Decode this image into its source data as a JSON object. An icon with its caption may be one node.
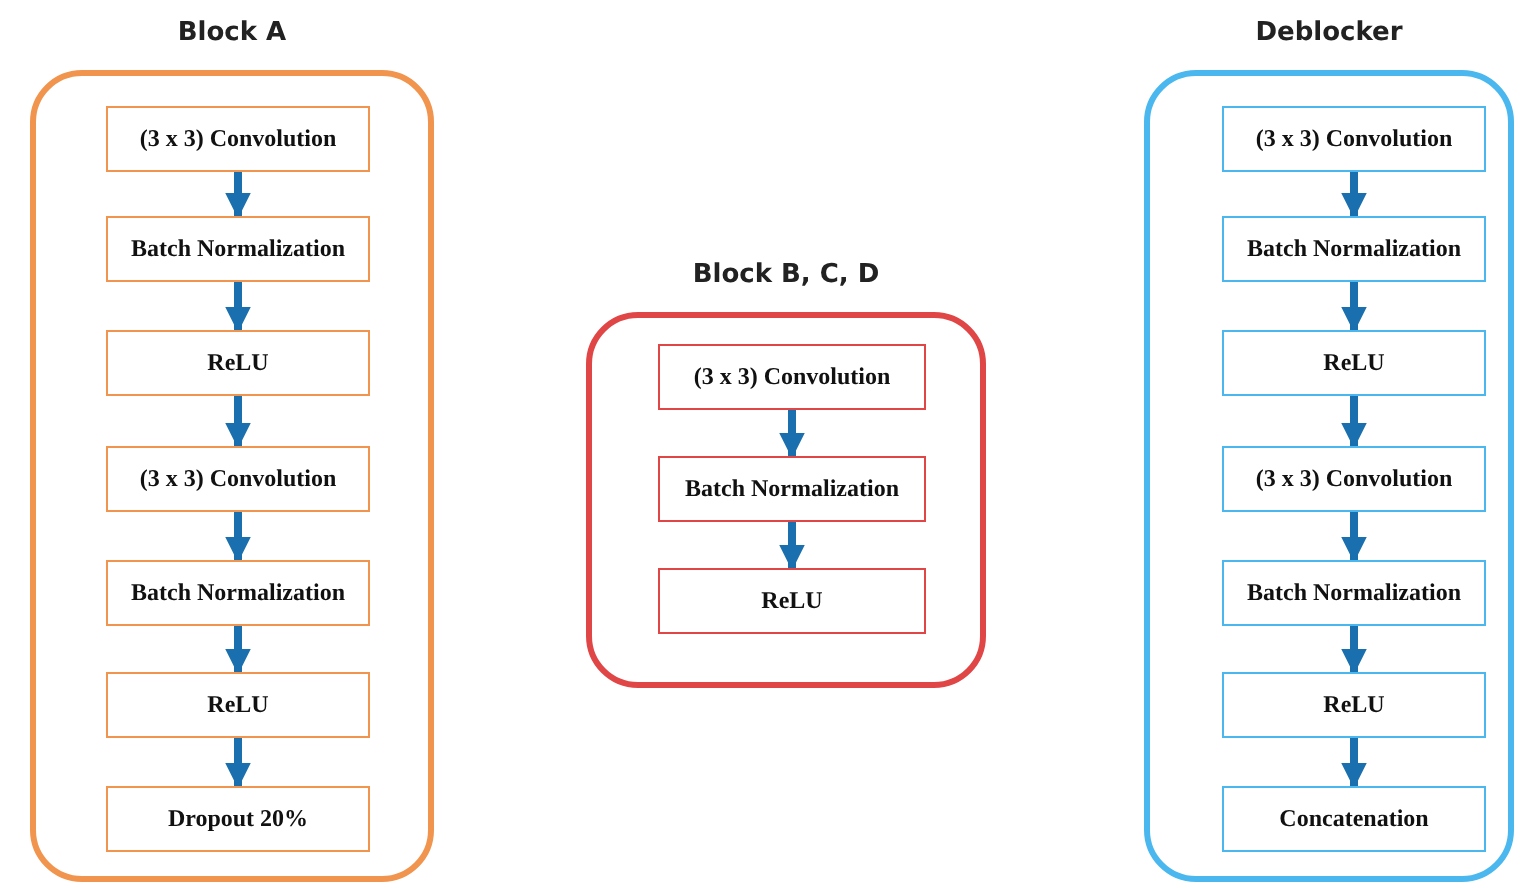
{
  "diagram": {
    "nodes": [
      {
        "text": [
          "Block A"
        ]
      },
      {
        "text": [
          "(3 x 3) Convolution"
        ],
        "in": 0
      },
      {
        "text": [
          "Batch Normalization"
        ],
        "in": 0
      },
      {
        "text": [
          "ReLU"
        ],
        "in": 0
      },
      {
        "text": [
          "(3 x 3) Convolution"
        ],
        "in": 0
      },
      {
        "text": [
          "Batch Normalization"
        ],
        "in": 0
      },
      {
        "text": [
          "ReLU"
        ],
        "in": 0
      },
      {
        "text": [
          "Dropout  20%"
        ],
        "in": 0
      },
      {
        "text": [
          "Block B, C, D"
        ]
      },
      {
        "text": [
          "(3 x 3) Convolution"
        ],
        "in": 8
      },
      {
        "text": [
          "Batch Normalization"
        ],
        "in": 8
      },
      {
        "text": [
          "ReLU"
        ],
        "in": 8
      },
      {
        "text": [
          "Deblocker"
        ]
      },
      {
        "text": [
          "(3 x 3) Convolution"
        ],
        "in": 12
      },
      {
        "text": [
          "Batch Normalization"
        ],
        "in": 12
      },
      {
        "text": [
          "ReLU"
        ],
        "in": 12
      },
      {
        "text": [
          "(3 x 3) Convolution"
        ],
        "in": 12
      },
      {
        "text": [
          "Batch Normalization"
        ],
        "in": 12
      },
      {
        "text": [
          "ReLU"
        ],
        "in": 12
      },
      {
        "text": [
          "Concatenation"
        ],
        "in": 12
      }
    ],
    "edges": [
      {
        "from": 1,
        "to": 2,
        "arrow": "to"
      },
      {
        "from": 2,
        "to": 3,
        "arrow": "to"
      },
      {
        "from": 3,
        "to": 4,
        "arrow": "to"
      },
      {
        "from": 4,
        "to": 5,
        "arrow": "to"
      },
      {
        "from": 5,
        "to": 6,
        "arrow": "to"
      },
      {
        "from": 6,
        "to": 7,
        "arrow": "to"
      },
      {
        "from": 9,
        "to": 10,
        "arrow": "to"
      },
      {
        "from": 10,
        "to": 11,
        "arrow": "to"
      },
      {
        "from": 13,
        "to": 14,
        "arrow": "to"
      },
      {
        "from": 14,
        "to": 15,
        "arrow": "to"
      },
      {
        "from": 15,
        "to": 16,
        "arrow": "to"
      },
      {
        "from": 16,
        "to": 17,
        "arrow": "to"
      },
      {
        "from": 17,
        "to": 18,
        "arrow": "to"
      },
      {
        "from": 18,
        "to": 19,
        "arrow": "to"
      }
    ]
  }
}
